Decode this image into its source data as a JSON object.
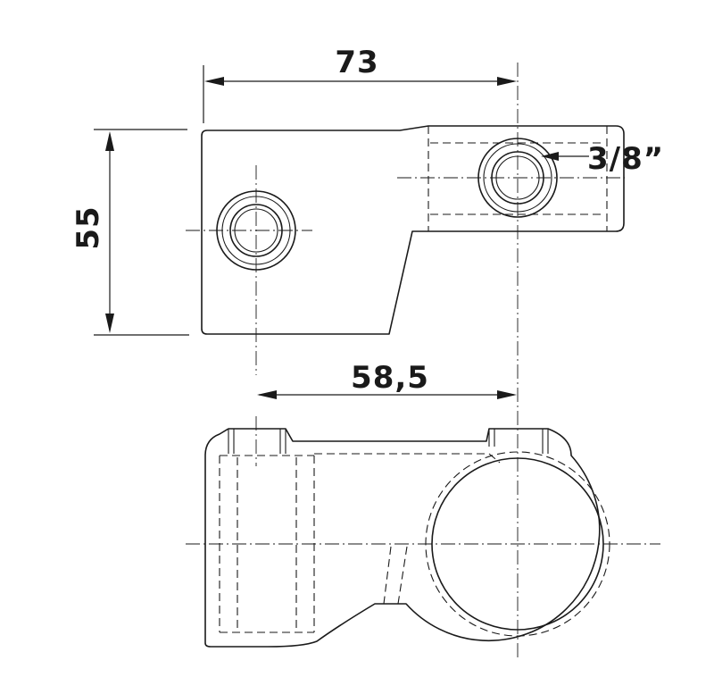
{
  "dimensions": {
    "overall_width": "73",
    "overall_height": "55",
    "hole_center_distance": "58,5",
    "thread_size": "3/8”"
  },
  "colors": {
    "line": "#1a1a1a",
    "background": "#ffffff"
  }
}
